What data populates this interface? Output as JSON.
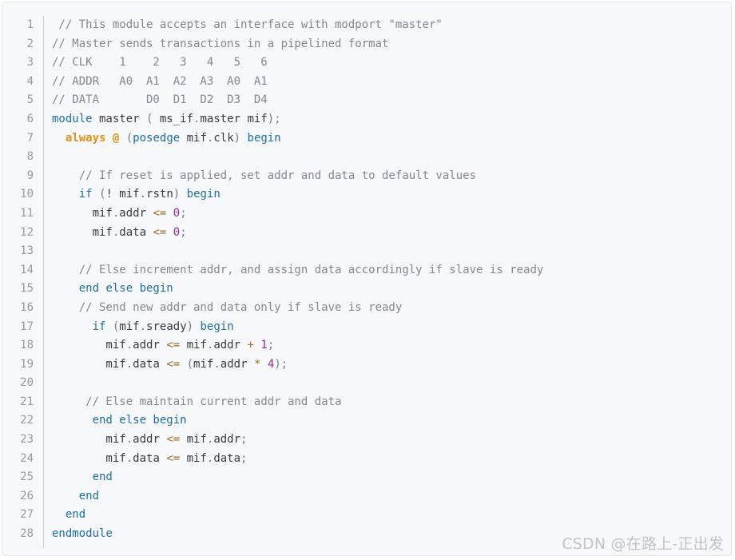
{
  "colors": {
    "background": "#f6f8fa",
    "comment": "#808891",
    "keyword": "#1f6ea3",
    "plain": "#383a42",
    "operator": "#a46b28",
    "number": "#9b2d8e",
    "highlight": "#e5900e",
    "line_number": "#999999"
  },
  "lines": [
    {
      "num": "1",
      "tokens": [
        {
          "t": "comment",
          "v": " // This module accepts an interface with modport \"master\""
        }
      ]
    },
    {
      "num": "2",
      "tokens": [
        {
          "t": "comment",
          "v": "// Master sends transactions in a pipelined format"
        }
      ]
    },
    {
      "num": "3",
      "tokens": [
        {
          "t": "comment",
          "v": "// CLK    1    2   3   4   5   6"
        }
      ]
    },
    {
      "num": "4",
      "tokens": [
        {
          "t": "comment",
          "v": "// ADDR   A0  A1  A2  A3  A0  A1"
        }
      ]
    },
    {
      "num": "5",
      "tokens": [
        {
          "t": "comment",
          "v": "// DATA       D0  D1  D2  D3  D4"
        }
      ]
    },
    {
      "num": "6",
      "tokens": [
        {
          "t": "keyword",
          "v": "module"
        },
        {
          "t": "plain",
          "v": " master "
        },
        {
          "t": "punct",
          "v": "("
        },
        {
          "t": "plain",
          "v": " ms_if"
        },
        {
          "t": "punct",
          "v": "."
        },
        {
          "t": "plain",
          "v": "master mif"
        },
        {
          "t": "punct",
          "v": ");"
        }
      ]
    },
    {
      "num": "7",
      "tokens": [
        {
          "t": "plain",
          "v": "  "
        },
        {
          "t": "highlight",
          "v": "always @"
        },
        {
          "t": "plain",
          "v": " "
        },
        {
          "t": "punct",
          "v": "("
        },
        {
          "t": "keyword",
          "v": "posedge"
        },
        {
          "t": "plain",
          "v": " mif"
        },
        {
          "t": "punct",
          "v": "."
        },
        {
          "t": "plain",
          "v": "clk"
        },
        {
          "t": "punct",
          "v": ")"
        },
        {
          "t": "plain",
          "v": " "
        },
        {
          "t": "keyword",
          "v": "begin"
        }
      ]
    },
    {
      "num": "8",
      "tokens": []
    },
    {
      "num": "9",
      "tokens": [
        {
          "t": "comment",
          "v": "    // If reset is applied, set addr and data to default values"
        }
      ]
    },
    {
      "num": "10",
      "tokens": [
        {
          "t": "plain",
          "v": "    "
        },
        {
          "t": "keyword",
          "v": "if"
        },
        {
          "t": "plain",
          "v": " "
        },
        {
          "t": "punct",
          "v": "("
        },
        {
          "t": "plain",
          "v": "! mif"
        },
        {
          "t": "punct",
          "v": "."
        },
        {
          "t": "plain",
          "v": "rstn"
        },
        {
          "t": "punct",
          "v": ")"
        },
        {
          "t": "plain",
          "v": " "
        },
        {
          "t": "keyword",
          "v": "begin"
        }
      ]
    },
    {
      "num": "11",
      "tokens": [
        {
          "t": "plain",
          "v": "      mif"
        },
        {
          "t": "punct",
          "v": "."
        },
        {
          "t": "plain",
          "v": "addr "
        },
        {
          "t": "op",
          "v": "<="
        },
        {
          "t": "plain",
          "v": " "
        },
        {
          "t": "number",
          "v": "0"
        },
        {
          "t": "punct",
          "v": ";"
        }
      ]
    },
    {
      "num": "12",
      "tokens": [
        {
          "t": "plain",
          "v": "      mif"
        },
        {
          "t": "punct",
          "v": "."
        },
        {
          "t": "plain",
          "v": "data "
        },
        {
          "t": "op",
          "v": "<="
        },
        {
          "t": "plain",
          "v": " "
        },
        {
          "t": "number",
          "v": "0"
        },
        {
          "t": "punct",
          "v": ";"
        }
      ]
    },
    {
      "num": "13",
      "tokens": []
    },
    {
      "num": "14",
      "tokens": [
        {
          "t": "comment",
          "v": "    // Else increment addr, and assign data accordingly if slave is ready"
        }
      ]
    },
    {
      "num": "15",
      "tokens": [
        {
          "t": "plain",
          "v": "    "
        },
        {
          "t": "keyword",
          "v": "end else begin"
        }
      ]
    },
    {
      "num": "16",
      "tokens": [
        {
          "t": "comment",
          "v": "    // Send new addr and data only if slave is ready"
        }
      ]
    },
    {
      "num": "17",
      "tokens": [
        {
          "t": "plain",
          "v": "      "
        },
        {
          "t": "keyword",
          "v": "if"
        },
        {
          "t": "plain",
          "v": " "
        },
        {
          "t": "punct",
          "v": "("
        },
        {
          "t": "plain",
          "v": "mif"
        },
        {
          "t": "punct",
          "v": "."
        },
        {
          "t": "plain",
          "v": "sready"
        },
        {
          "t": "punct",
          "v": ")"
        },
        {
          "t": "plain",
          "v": " "
        },
        {
          "t": "keyword",
          "v": "begin"
        }
      ]
    },
    {
      "num": "18",
      "tokens": [
        {
          "t": "plain",
          "v": "        mif"
        },
        {
          "t": "punct",
          "v": "."
        },
        {
          "t": "plain",
          "v": "addr "
        },
        {
          "t": "op",
          "v": "<="
        },
        {
          "t": "plain",
          "v": " mif"
        },
        {
          "t": "punct",
          "v": "."
        },
        {
          "t": "plain",
          "v": "addr "
        },
        {
          "t": "op",
          "v": "+"
        },
        {
          "t": "plain",
          "v": " "
        },
        {
          "t": "number",
          "v": "1"
        },
        {
          "t": "punct",
          "v": ";"
        }
      ]
    },
    {
      "num": "19",
      "tokens": [
        {
          "t": "plain",
          "v": "        mif"
        },
        {
          "t": "punct",
          "v": "."
        },
        {
          "t": "plain",
          "v": "data "
        },
        {
          "t": "op",
          "v": "<="
        },
        {
          "t": "plain",
          "v": " "
        },
        {
          "t": "punct",
          "v": "("
        },
        {
          "t": "plain",
          "v": "mif"
        },
        {
          "t": "punct",
          "v": "."
        },
        {
          "t": "plain",
          "v": "addr "
        },
        {
          "t": "op",
          "v": "*"
        },
        {
          "t": "plain",
          "v": " "
        },
        {
          "t": "number",
          "v": "4"
        },
        {
          "t": "punct",
          "v": ");"
        }
      ]
    },
    {
      "num": "20",
      "tokens": []
    },
    {
      "num": "21",
      "tokens": [
        {
          "t": "comment",
          "v": "     // Else maintain current addr and data"
        }
      ]
    },
    {
      "num": "22",
      "tokens": [
        {
          "t": "plain",
          "v": "      "
        },
        {
          "t": "keyword",
          "v": "end else begin"
        }
      ]
    },
    {
      "num": "23",
      "tokens": [
        {
          "t": "plain",
          "v": "        mif"
        },
        {
          "t": "punct",
          "v": "."
        },
        {
          "t": "plain",
          "v": "addr "
        },
        {
          "t": "op",
          "v": "<="
        },
        {
          "t": "plain",
          "v": " mif"
        },
        {
          "t": "punct",
          "v": "."
        },
        {
          "t": "plain",
          "v": "addr"
        },
        {
          "t": "punct",
          "v": ";"
        }
      ]
    },
    {
      "num": "24",
      "tokens": [
        {
          "t": "plain",
          "v": "        mif"
        },
        {
          "t": "punct",
          "v": "."
        },
        {
          "t": "plain",
          "v": "data "
        },
        {
          "t": "op",
          "v": "<="
        },
        {
          "t": "plain",
          "v": " mif"
        },
        {
          "t": "punct",
          "v": "."
        },
        {
          "t": "plain",
          "v": "data"
        },
        {
          "t": "punct",
          "v": ";"
        }
      ]
    },
    {
      "num": "25",
      "tokens": [
        {
          "t": "plain",
          "v": "      "
        },
        {
          "t": "keyword",
          "v": "end"
        }
      ]
    },
    {
      "num": "26",
      "tokens": [
        {
          "t": "plain",
          "v": "    "
        },
        {
          "t": "keyword",
          "v": "end"
        }
      ]
    },
    {
      "num": "27",
      "tokens": [
        {
          "t": "plain",
          "v": "  "
        },
        {
          "t": "keyword",
          "v": "end"
        }
      ]
    },
    {
      "num": "28",
      "tokens": [
        {
          "t": "keyword",
          "v": "endmodule"
        }
      ]
    }
  ],
  "watermark": "CSDN @在路上-正出发"
}
